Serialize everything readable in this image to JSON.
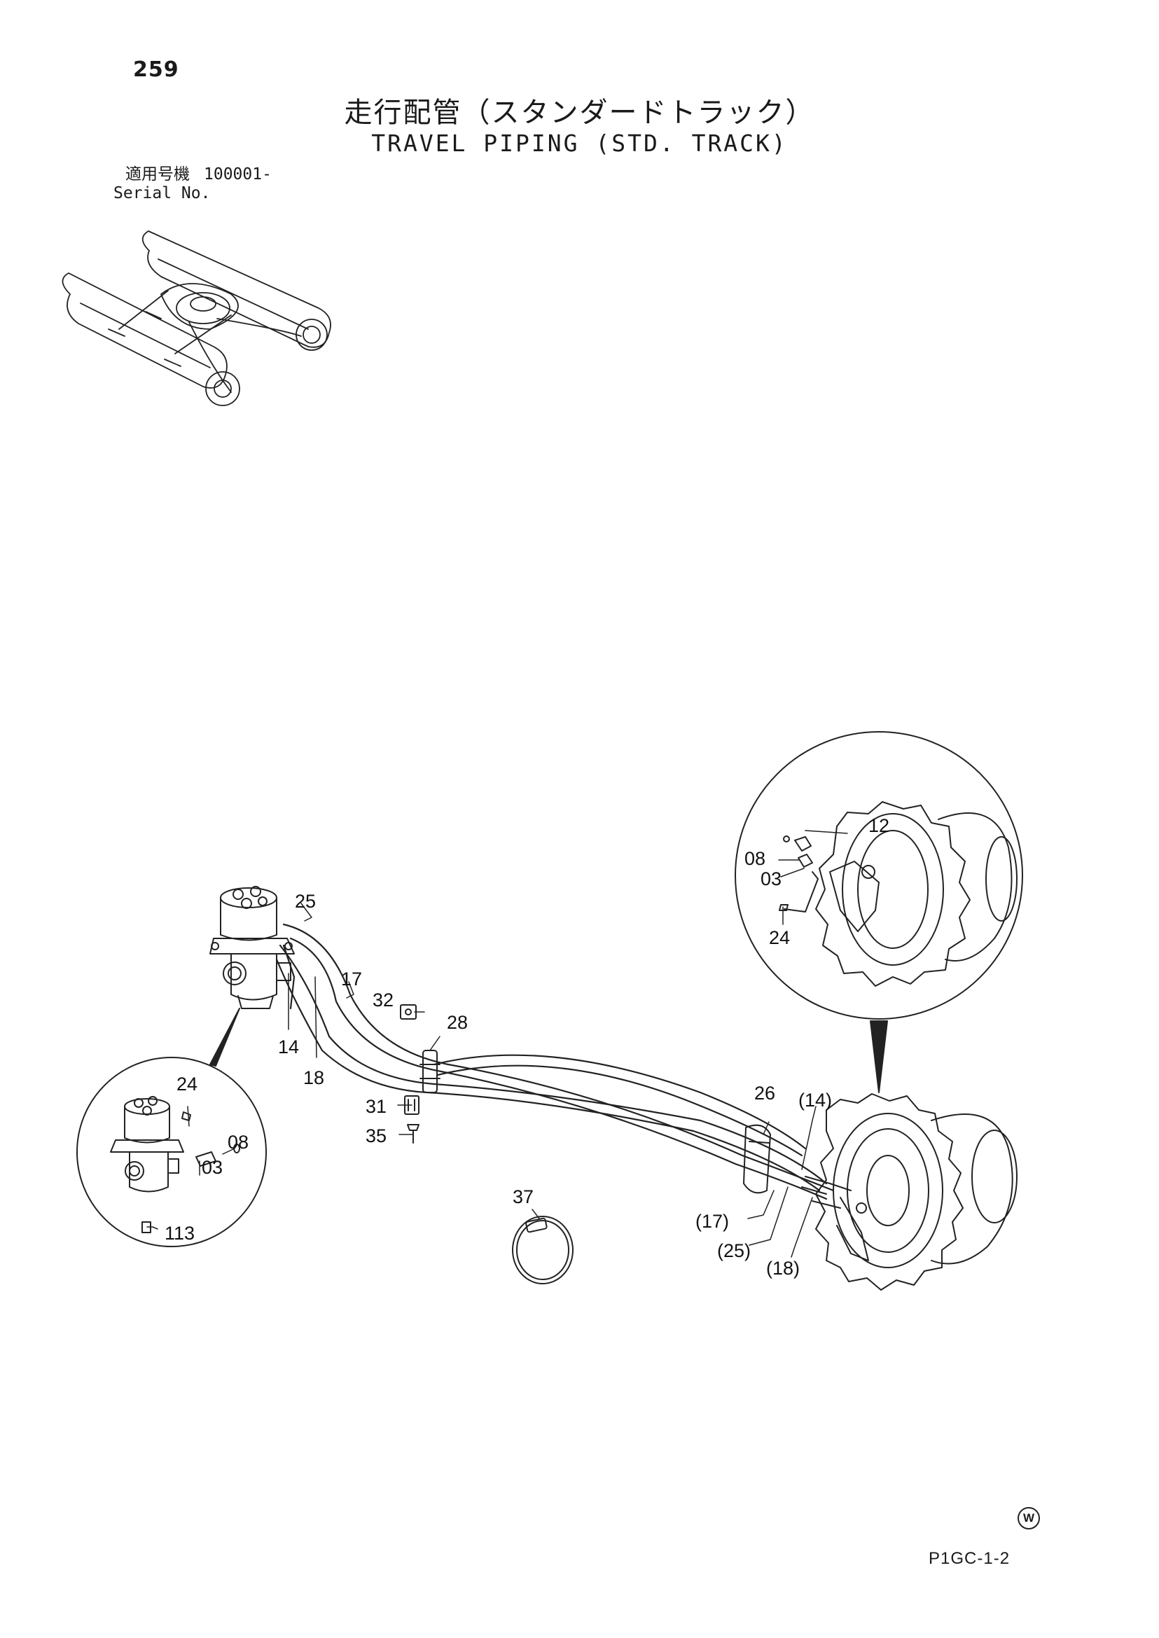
{
  "header": {
    "page_number": "259",
    "title_jp": "走行配管（スタンダードトラック）",
    "title_en": "TRAVEL PIPING (STD. TRACK)"
  },
  "serial": {
    "label_jp": "適用号機",
    "label_en": "Serial No.",
    "value": "100001-"
  },
  "callouts": {
    "c25": "25",
    "c17": "17",
    "c32": "32",
    "c28": "28",
    "c14": "14",
    "c18": "18",
    "c31": "31",
    "c35": "35",
    "c24a": "24",
    "c08a": "08",
    "c03a": "03",
    "c113": "113",
    "c37": "37",
    "c26": "26",
    "c14p": "(14)",
    "c17p": "(17)",
    "c25p": "(25)",
    "c18p": "(18)",
    "c12": "12",
    "c08b": "08",
    "c03b": "03",
    "c24b": "24"
  },
  "footer": {
    "mark": "W",
    "figure_code": "P1GC-1-2"
  }
}
